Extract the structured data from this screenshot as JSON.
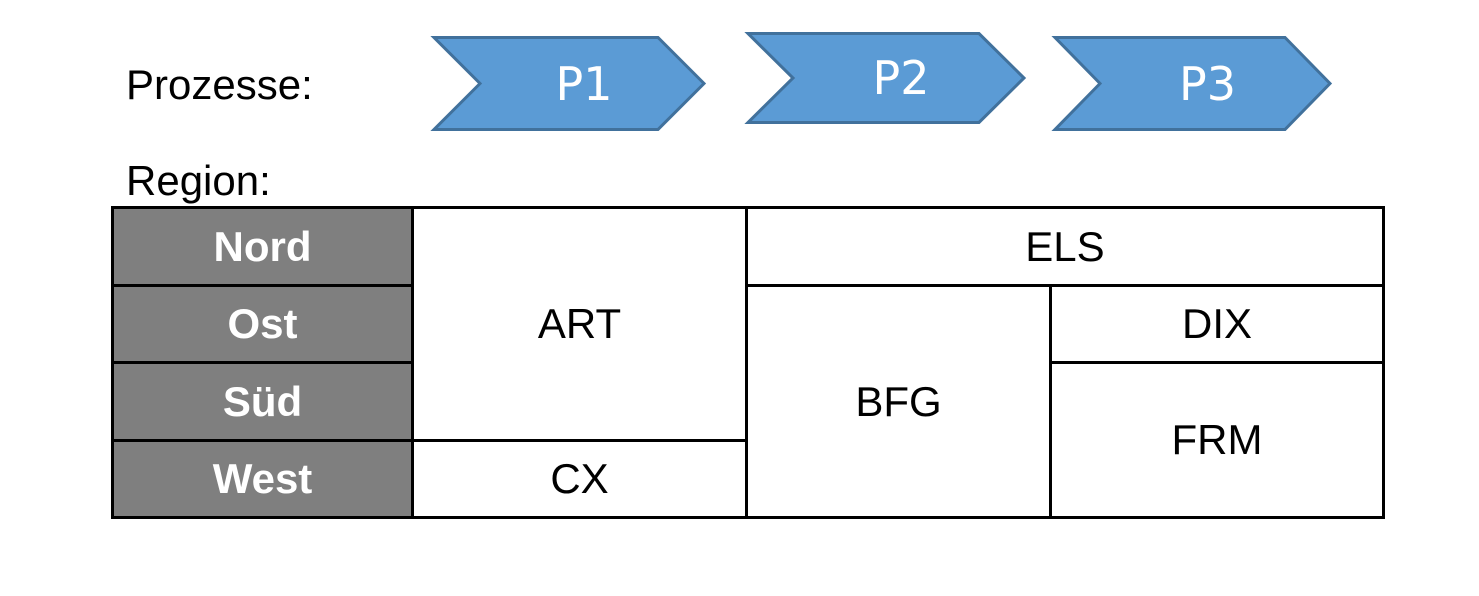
{
  "labels": {
    "processes": "Prozesse:",
    "region": "Region:"
  },
  "processes": [
    "P1",
    "P2",
    "P3"
  ],
  "regions": [
    "Nord",
    "Ost",
    "Süd",
    "West"
  ],
  "matrix": {
    "art": "ART",
    "els": "ELS",
    "bfg": "BFG",
    "dix": "DIX",
    "frm": "FRM",
    "cx": "CX"
  },
  "colors": {
    "chevron_fill": "#5b9bd5",
    "chevron_stroke": "#41719c",
    "region_fill": "#7f7f7f"
  }
}
